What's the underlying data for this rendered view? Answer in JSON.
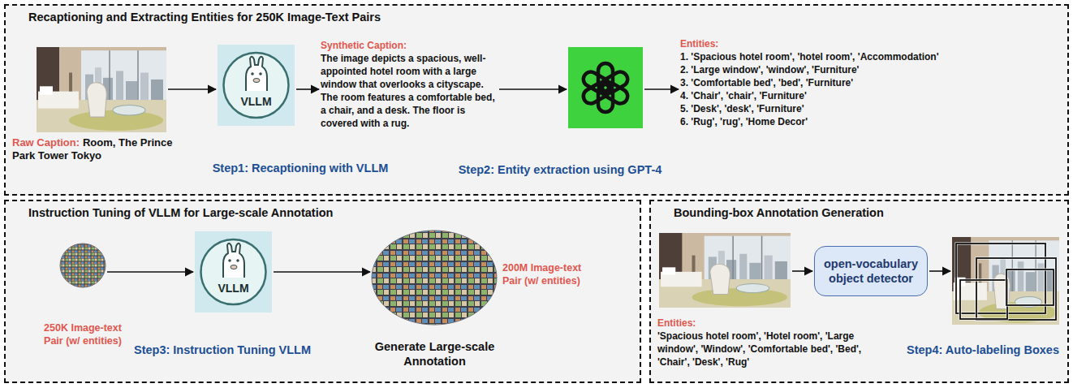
{
  "diagram": {
    "nodes": [
      {
        "text": [
          "Recaptioning and Extracting Entities for 250K Image-Text Pairs"
        ]
      },
      {
        "text": [
          "Raw Caption:",
          "Room, The Prince Park Tower Tokyo"
        ],
        "in": 0
      },
      {
        "text": [
          "VLLM"
        ],
        "in": 0
      },
      {
        "text": [
          "Synthetic Caption:",
          "The image depicts a spacious, well-appointed hotel room with a large window that overlooks a cityscape. The room features a comfortable bed, a chair, and a desk. The floor is covered with a rug."
        ],
        "in": 0
      },
      {
        "text": [
          "Step2: Entity extraction using GPT-4"
        ],
        "in": 0
      },
      {
        "text": [
          "Entities:",
          "1. 'Spacious hotel room', 'hotel room', 'Accommodation'",
          "2. 'Large window', 'window', 'Furniture'",
          "3. 'Comfortable bed', 'bed', 'Furniture'",
          "4. 'Chair', 'chair', 'Furniture'",
          "5. 'Desk', 'desk', 'Furniture'",
          "6. 'Rug', 'rug', 'Home Decor'"
        ],
        "in": 0
      },
      {
        "text": [
          "Instruction Tuning of VLLM for Large-scale Annotation"
        ]
      },
      {
        "text": [
          "250K Image-text Pair (w/ entities)"
        ],
        "in": 6
      },
      {
        "text": [
          "VLLM"
        ],
        "in": 6
      },
      {
        "text": [
          "Generate Large-scale Annotation"
        ],
        "in": 6
      },
      {
        "text": [
          "Bounding-box Annotation Generation"
        ]
      },
      {
        "text": [
          "Entities:",
          "'Spacious hotel room', 'Hotel room', 'Large window', 'Window', 'Comfortable bed', 'Bed', 'Chair', 'Desk', 'Rug'"
        ],
        "in": 10
      },
      {
        "text": [
          "open-vocabulary object detector"
        ],
        "in": 10
      },
      {
        "text": [
          "Step4: Auto-labeling Boxes"
        ],
        "in": 10
      }
    ],
    "edges": [
      {
        "from": 1,
        "to": 2,
        "arrow": "to"
      },
      {
        "from": 2,
        "to": 3,
        "arrow": "to"
      },
      {
        "from": 3,
        "to": 4,
        "arrow": "to"
      },
      {
        "from": 4,
        "to": 5,
        "arrow": "to"
      },
      {
        "from": 7,
        "to": 8,
        "arrow": "to"
      },
      {
        "from": 8,
        "to": 9,
        "arrow": "to"
      },
      {
        "from": 11,
        "to": 12,
        "arrow": "to"
      },
      {
        "from": 12,
        "to": 13,
        "arrow": "to"
      }
    ],
    "labels": [
      "Step1: Recaptioning with VLLM",
      "Step3: Instruction Tuning VLLM",
      "200M Image-text Pair (w/ entities)"
    ]
  }
}
